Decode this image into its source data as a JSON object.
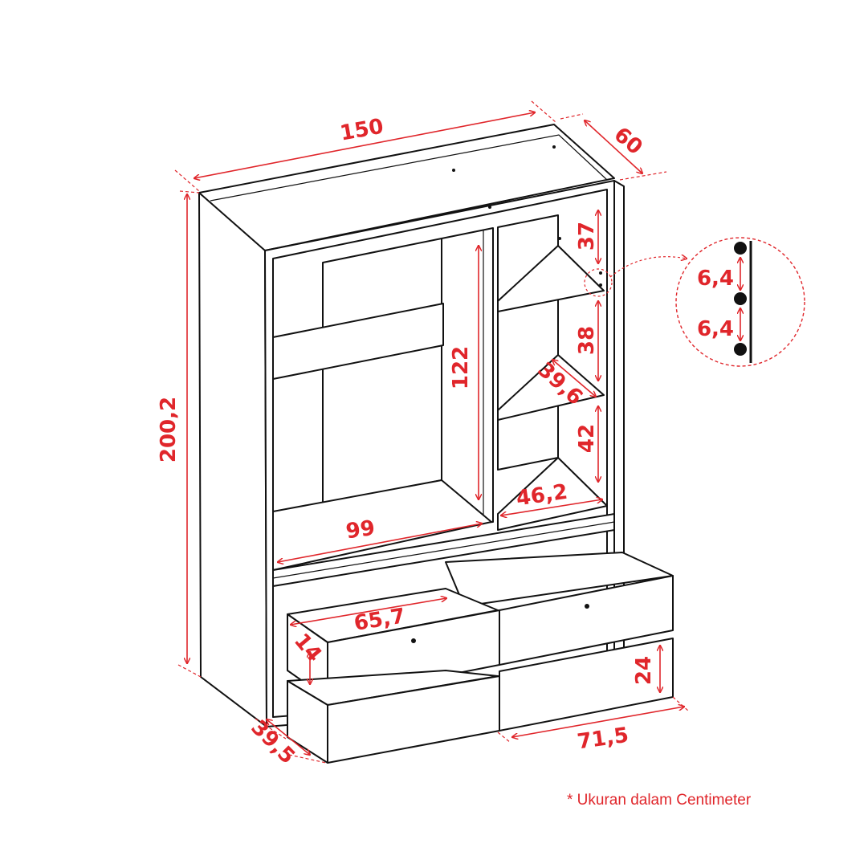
{
  "dimensions": {
    "width": "150",
    "depth": "60",
    "height": "200,2",
    "hanging_height": "122",
    "hanging_width": "99",
    "shelf_gap_top": "37",
    "shelf_gap_mid": "38",
    "shelf_gap_bottom": "42",
    "shelf_depth": "39,6",
    "shelf_width": "46,2",
    "drawer_inner_width": "65,7",
    "drawer_inner_height": "14",
    "drawer_depth": "39,5",
    "drawer_front_height": "24",
    "drawer_front_width": "71,5"
  },
  "detail": {
    "hole_spacing_1": "6,4",
    "hole_spacing_2": "6,4"
  },
  "note": "* Ukuran dalam Centimeter",
  "colors": {
    "dimension": "#e0262b",
    "line": "#111111"
  }
}
